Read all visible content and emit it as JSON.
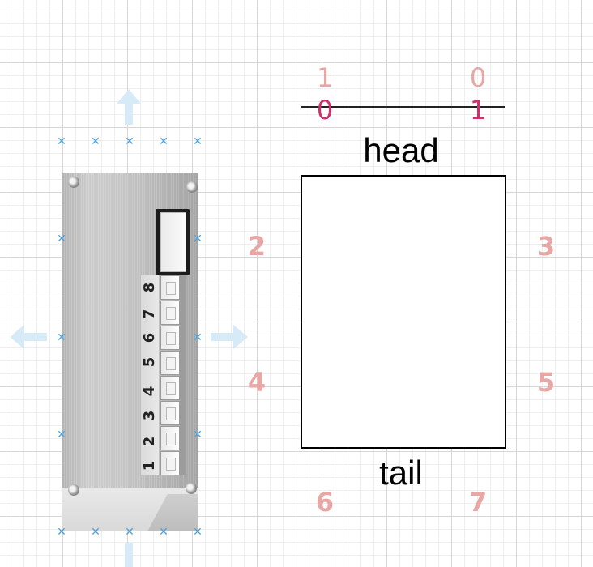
{
  "diagram": {
    "head_label": "head",
    "tail_label": "tail",
    "top_indexes": [
      "1",
      "0"
    ],
    "line_indexes": [
      "0",
      "1"
    ],
    "side_indexes": [
      "2",
      "3",
      "4",
      "5"
    ],
    "bottom_indexes": [
      "6",
      "7"
    ],
    "pin_numbers": [
      "8",
      "7",
      "6",
      "5",
      "4",
      "3",
      "2",
      "1"
    ]
  },
  "colors": {
    "index_light": "#e8a7a4",
    "index_strong": "#d0306a",
    "handle_blue": "#4ea3dc",
    "arrow_blue": "#d6ebf7"
  },
  "icons": {
    "handle": "cross-handle-icon",
    "move_arrows": "arrow-icon"
  }
}
